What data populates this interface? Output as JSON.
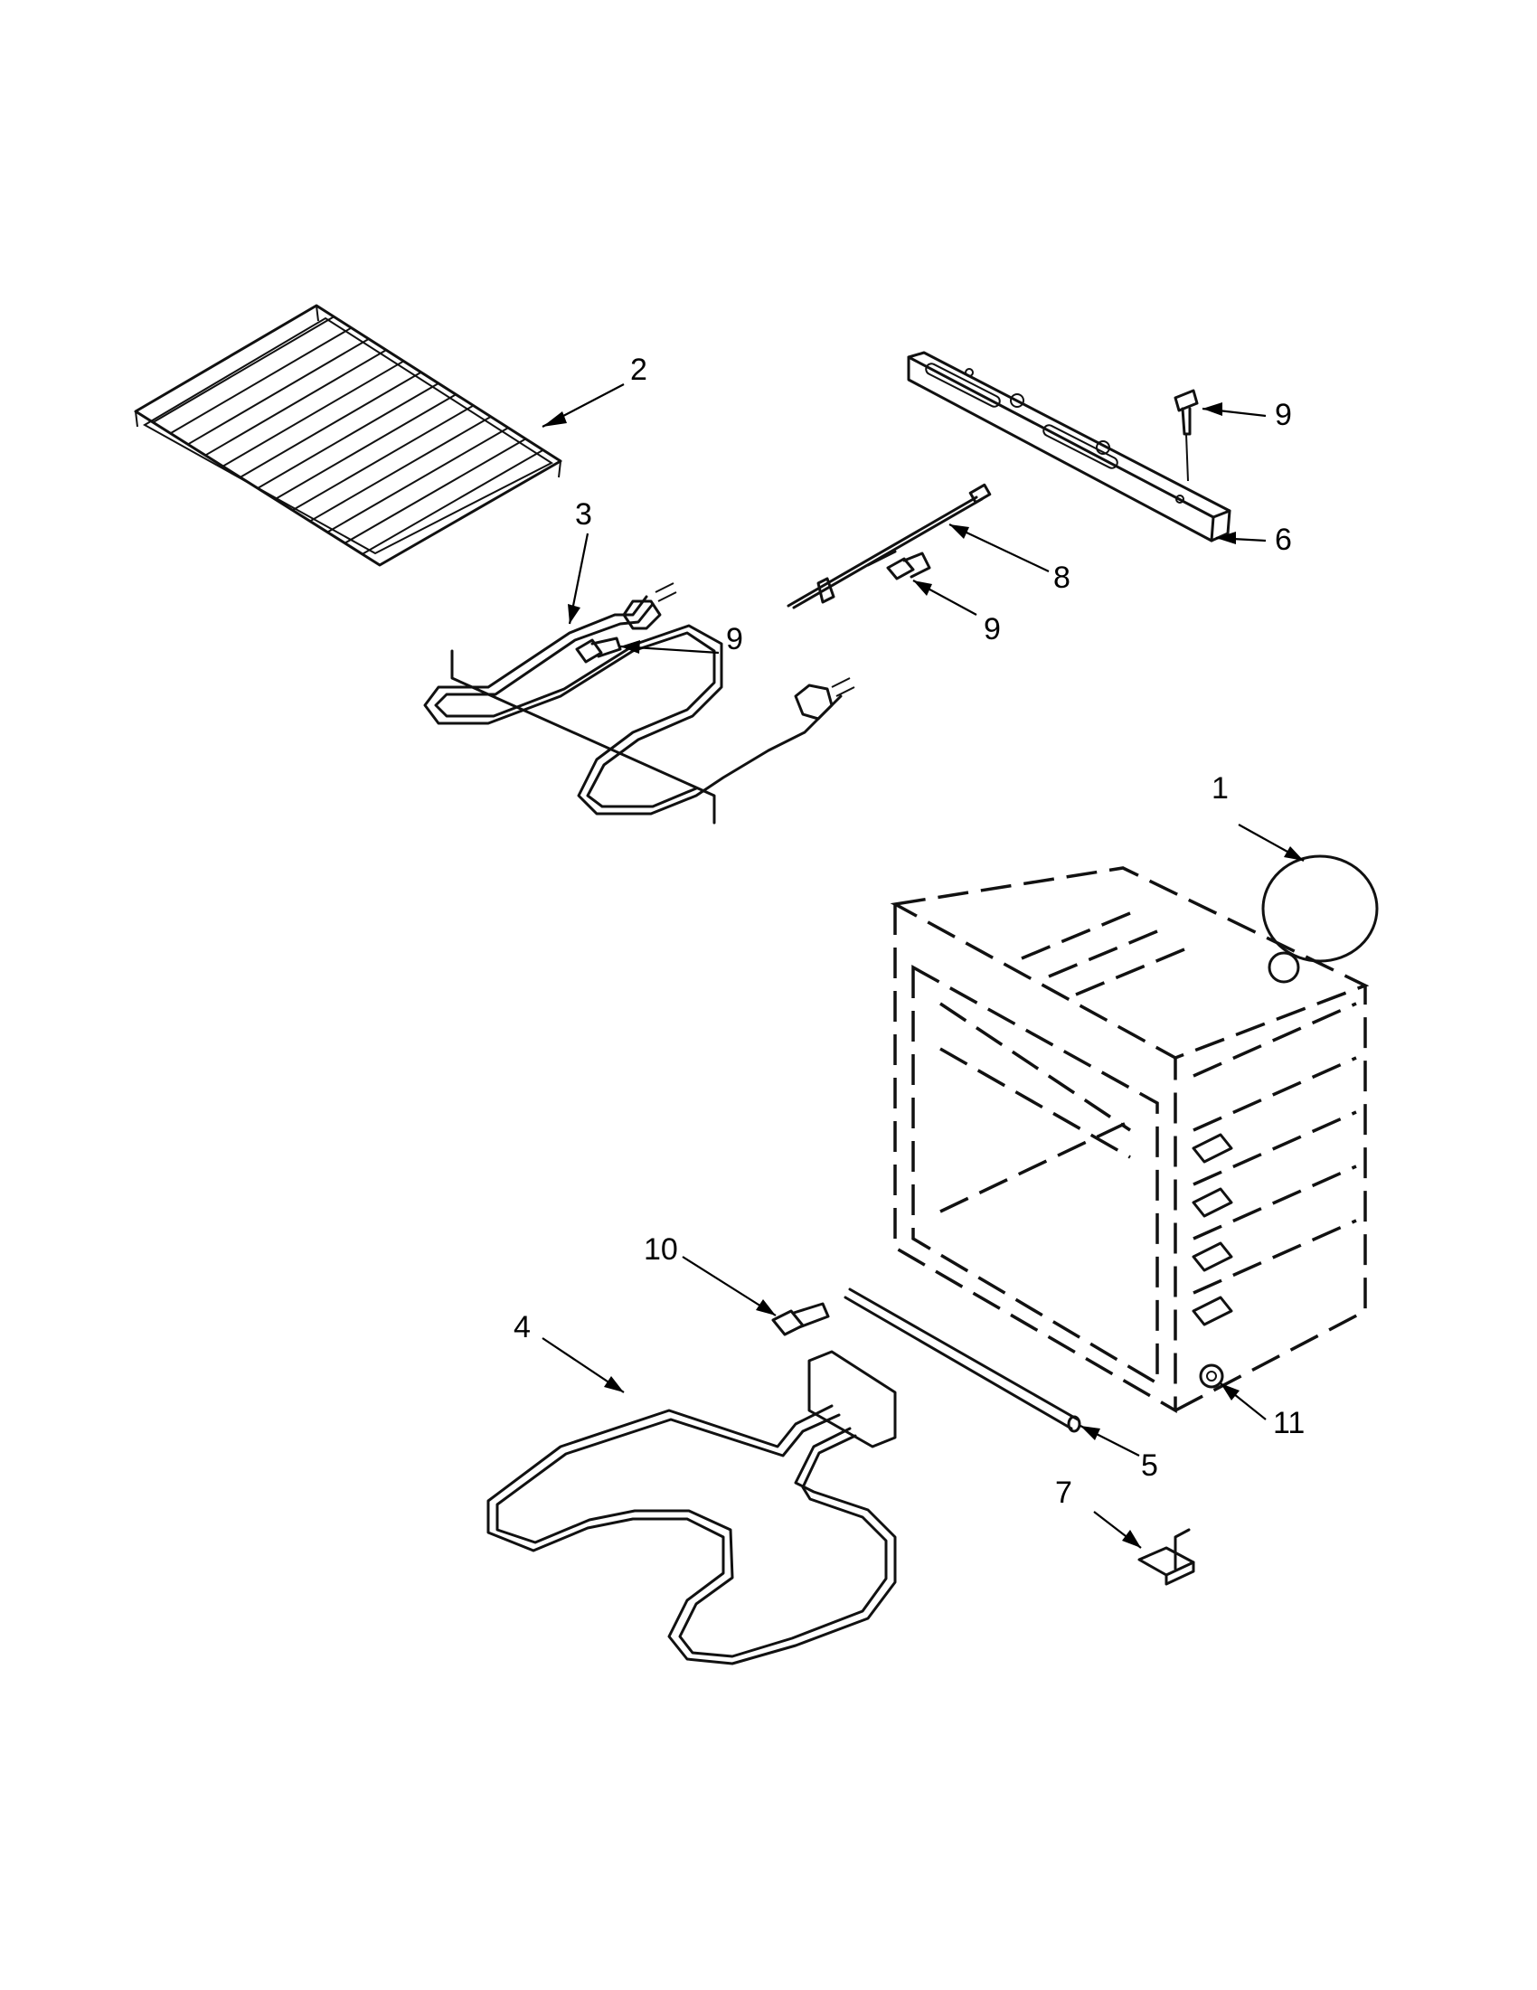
{
  "callouts": {
    "c1": "1",
    "c2": "2",
    "c3": "3",
    "c4": "4",
    "c5": "5",
    "c6": "6",
    "c7": "7",
    "c8": "8",
    "c9a": "9",
    "c9b": "9",
    "c9c": "9",
    "c10": "10",
    "c11": "11"
  }
}
